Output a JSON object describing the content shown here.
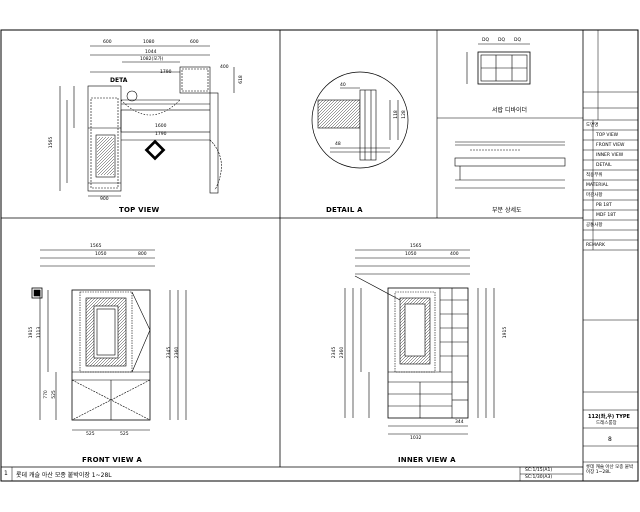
{
  "views": {
    "top": "TOP VIEW",
    "detail": "DETAIL A",
    "front": "FRONT VIEW A",
    "inner": "INNER VIEW A",
    "drawer_divider": "서랍 디바이더",
    "detail_section": "부분 상세도"
  },
  "top_dims": {
    "d1": "1080",
    "d2": "600",
    "d3": "1044",
    "d4": "1082(모가)",
    "d5": "1790",
    "d6": "1600",
    "d7": "1790",
    "d8": "1565",
    "d9": "900",
    "d10": "600",
    "d11": "400",
    "d12": "618",
    "tag": "DETA"
  },
  "front_dims": {
    "w_total": "1565",
    "w_a": "1050",
    "w_b": "800",
    "h_a": "1915",
    "h_b": "1113",
    "h_c": "2345",
    "h_d": "2360",
    "b1": "525",
    "b2": "525",
    "h_e": "770",
    "h_f": "525"
  },
  "inner_dims": {
    "w_total": "1565",
    "w_a": "1050",
    "w_b": "400",
    "h_a": "2345",
    "h_b": "2360",
    "h_c": "1915",
    "b1": "1032",
    "b2": "344"
  },
  "detail_dims": {
    "a": "40",
    "b": "118",
    "c": "128",
    "d": "48"
  },
  "divider_dims": {
    "a": "DQ",
    "b": "DQ",
    "c": "DQ"
  },
  "title_block": {
    "rows": [
      "도면명",
      "TOP VIEW",
      "FRONT VIEW",
      "INNER VIEW",
      "DETAIL",
      "적용부위",
      "MATERIAL",
      "마감사항",
      "PB 18T",
      "MDF 18T",
      "공통사항",
      "REMARK"
    ],
    "type_label": "112(좌,우) TYPE",
    "type_sub": "드레스룸장",
    "sheet_no": "8",
    "footer_title": "롯데 캐슬 아산 모종 붙박이장 1~28L"
  },
  "footer": {
    "index": "1",
    "title": "롯데 캐슬 아산 모종 붙박이장 1~28L",
    "scale1": "SC:1/15(A1)",
    "scale2": "SC:1/30(A3)"
  }
}
